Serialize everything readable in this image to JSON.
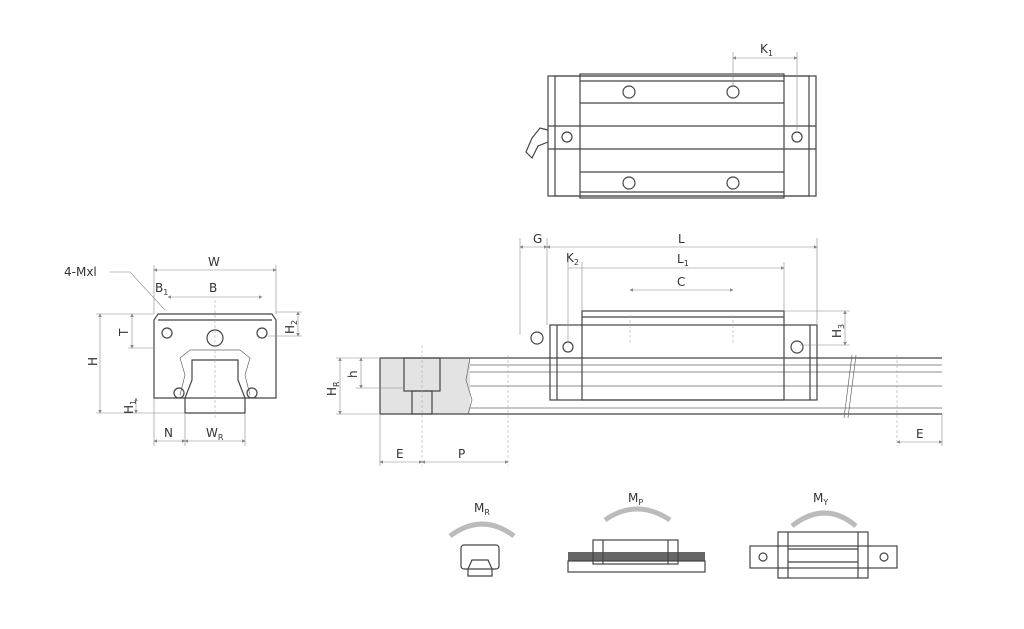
{
  "title": "Linear guide block and rail dimension drawing",
  "labels": {
    "K1": {
      "main": "K",
      "sub": "1"
    },
    "W": {
      "main": "W"
    },
    "mxl": {
      "main": "4-Mxl"
    },
    "B1": {
      "main": "B",
      "sub": "1"
    },
    "B": {
      "main": "B"
    },
    "T": {
      "main": "T"
    },
    "H": {
      "main": "H"
    },
    "H2": {
      "main": "H",
      "sub": "2"
    },
    "H1": {
      "main": "H",
      "sub": "1"
    },
    "N": {
      "main": "N"
    },
    "WR": {
      "main": "W",
      "sub": "R"
    },
    "G": {
      "main": "G"
    },
    "L": {
      "main": "L"
    },
    "K2": {
      "main": "K",
      "sub": "2"
    },
    "L1": {
      "main": "L",
      "sub": "1"
    },
    "C": {
      "main": "C"
    },
    "H3": {
      "main": "H",
      "sub": "3"
    },
    "HR": {
      "main": "H",
      "sub": "R"
    },
    "h": {
      "main": "h"
    },
    "E_left": {
      "main": "E"
    },
    "P": {
      "main": "P"
    },
    "E_right": {
      "main": "E"
    },
    "MR": {
      "main": "M",
      "sub": "R"
    },
    "MP": {
      "main": "M",
      "sub": "P"
    },
    "MY": {
      "main": "M",
      "sub": "Y"
    }
  }
}
